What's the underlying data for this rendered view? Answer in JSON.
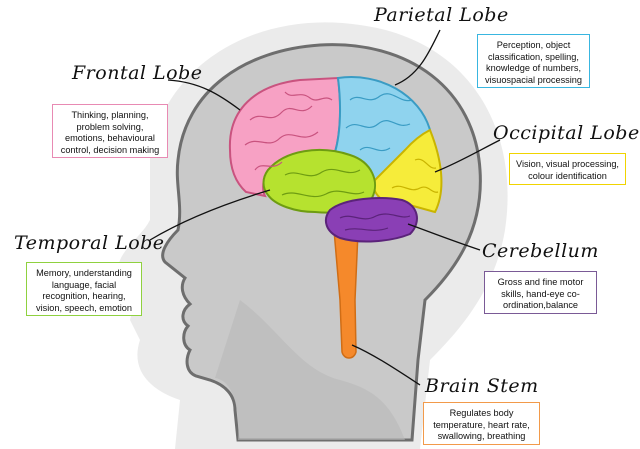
{
  "lobes": {
    "frontal": {
      "name": "Frontal Lobe",
      "lines": [
        "Thinking, planning,",
        "problem solving,",
        "emotions, behavioural",
        "control, decision making"
      ],
      "color": "#f7a1c4",
      "border": "#e88ab3"
    },
    "parietal": {
      "name": "Parietal Lobe",
      "lines": [
        "Perception, object",
        "classification, spelling,",
        "knowledge of numbers,",
        "visuospacial processing"
      ],
      "color": "#8fd3ee",
      "border": "#39b6e0"
    },
    "occipital": {
      "name": "Occipital Lobe",
      "lines": [
        "Vision, visual processing,",
        "colour identification"
      ],
      "color": "#f6ec3a",
      "border": "#f0d400"
    },
    "temporal": {
      "name": "Temporal Lobe",
      "lines": [
        "Memory, understanding",
        "language, facial",
        "recognition, hearing,",
        "vision,  speech, emotion"
      ],
      "color": "#b6e22f",
      "border": "#8fd13f"
    },
    "cerebellum": {
      "name": "Cerebellum",
      "lines": [
        "Gross and fine motor",
        "skills, hand-eye co-",
        "ordination,balance"
      ],
      "color": "#8a3fb5",
      "border": "#7a5a96"
    },
    "brainstem": {
      "name": "Brain Stem",
      "lines": [
        "Regulates body",
        "temperature, heart rate,",
        "swallowing, breathing"
      ],
      "color": "#f5892b",
      "border": "#f29a4a"
    }
  },
  "head": {
    "skin": "#c9c9c9",
    "outline": "#6e6e6e",
    "backdrop": "#e4e4e4"
  }
}
